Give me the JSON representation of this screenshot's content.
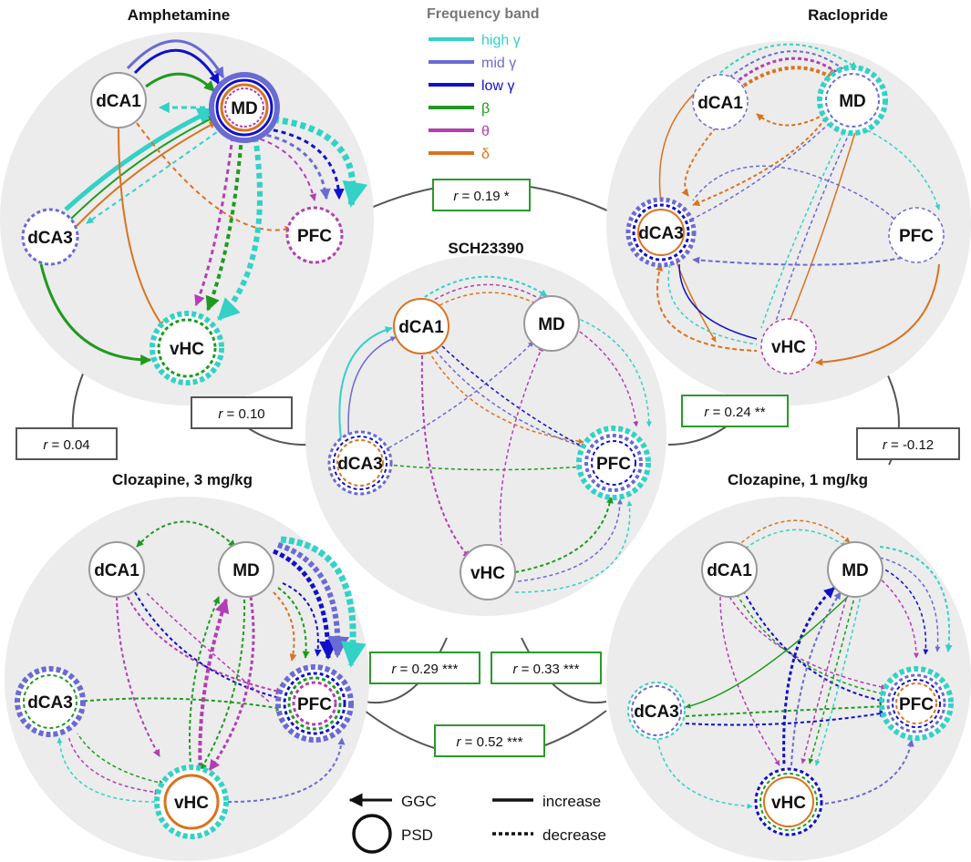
{
  "legend": {
    "title": "Frequency band",
    "bands": [
      {
        "key": "high_gamma",
        "label": "high γ",
        "color": "#33d1c6"
      },
      {
        "key": "mid_gamma",
        "label": "mid γ",
        "color": "#6a6ad4"
      },
      {
        "key": "low_gamma",
        "label": "low γ",
        "color": "#1010cc"
      },
      {
        "key": "beta",
        "label": "β",
        "color": "#1f9a1f"
      },
      {
        "key": "theta",
        "label": "θ",
        "color": "#b23fb2"
      },
      {
        "key": "delta",
        "label": "δ",
        "color": "#d9731f"
      }
    ]
  },
  "panels": {
    "amphetamine": {
      "title": "Amphetamine"
    },
    "raclopride": {
      "title": "Raclopride"
    },
    "sch": {
      "title": "SCH23390"
    },
    "cloz3": {
      "title": "Clozapine, 3 mg/kg"
    },
    "cloz1": {
      "title": "Clozapine, 1 mg/kg"
    }
  },
  "nodes": {
    "dca1": "dCA1",
    "md": "MD",
    "dca3": "dCA3",
    "pfc": "PFC",
    "vhc": "vHC"
  },
  "correlations": [
    {
      "id": "amph_rac",
      "r": "r",
      "value": " = 0.19 *",
      "significant": true
    },
    {
      "id": "amph_sch",
      "r": "r",
      "value": " = 0.10",
      "significant": false
    },
    {
      "id": "amph_cloz3",
      "r": "r",
      "value": " = 0.04",
      "significant": false
    },
    {
      "id": "rac_sch",
      "r": "r",
      "value": " = 0.24 **",
      "significant": true
    },
    {
      "id": "rac_cloz1",
      "r": "r",
      "value": " = -0.12",
      "significant": false
    },
    {
      "id": "sch_cloz3",
      "r": "r",
      "value": " = 0.29 ***",
      "significant": true
    },
    {
      "id": "sch_cloz1",
      "r": "r",
      "value": " = 0.33 ***",
      "significant": true
    },
    {
      "id": "cloz3_cloz1",
      "r": "r",
      "value": " = 0.52 ***",
      "significant": true
    }
  ],
  "key": {
    "ggc": "GGC",
    "psd": "PSD",
    "increase": "increase",
    "decrease": "decrease"
  },
  "colors": {
    "significant_border": "#2a9a2a",
    "plain_border": "#555555",
    "panel_bg": "#ececec"
  }
}
